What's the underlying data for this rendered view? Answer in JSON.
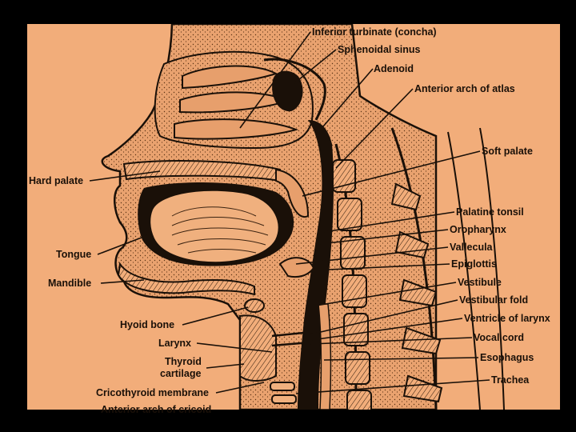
{
  "colors": {
    "frame": "#000000",
    "panel": "#f2ad7a",
    "ink": "#1a1008",
    "tissue": "#e79f6c",
    "cavity": "#1a1008"
  },
  "labels_right": {
    "inferior_turbinate": "Inferior turbinate (concha)",
    "sphenoidal_sinus": "Sphenoidal sinus",
    "adenoid": "Adenoid",
    "anterior_arch_atlas": "Anterior arch of atlas",
    "soft_palate": "Soft palate",
    "palatine_tonsil": "Palatine tonsil",
    "oropharynx": "Oropharynx",
    "vallecula": "Vallecula",
    "epiglottis": "Epiglottis",
    "vestibule": "Vestibule",
    "vestibular_fold": "Vestibular fold",
    "ventricle_larynx": "Ventricle of larynx",
    "vocal_cord": "Vocal cord",
    "esophagus": "Esophagus",
    "trachea": "Trachea"
  },
  "labels_left": {
    "hard_palate": "Hard palate",
    "tongue": "Tongue",
    "mandible": "Mandible",
    "hyoid_bone": "Hyoid bone",
    "larynx": "Larynx",
    "thyroid_line1": "Thyroid",
    "thyroid_line2": "cartilage",
    "cricothyroid": "Cricothyroid membrane",
    "anterior_arch_cricoid": "Anterior arch of cricoid"
  }
}
